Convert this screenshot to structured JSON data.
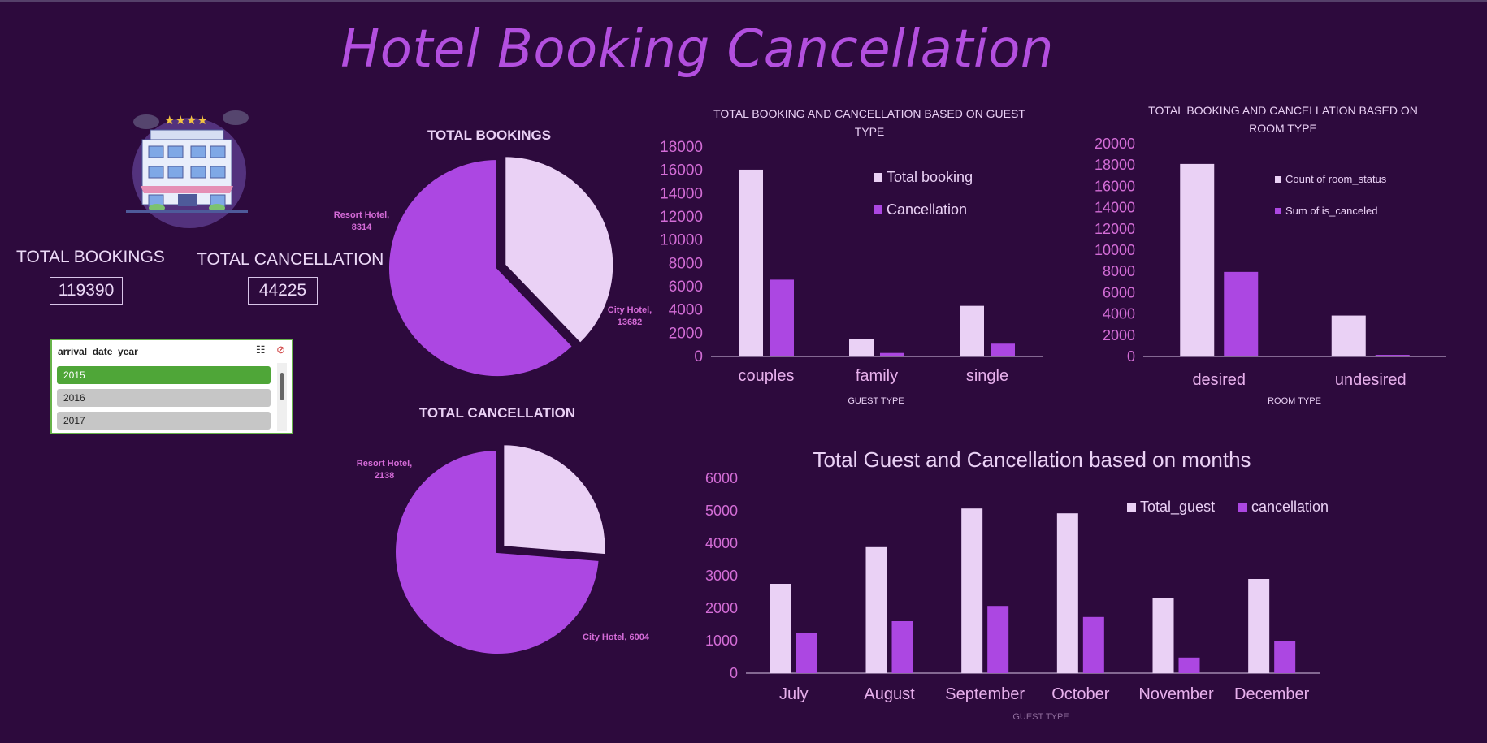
{
  "dashboard": {
    "title": "Hotel Booking Cancellation"
  },
  "kpis": {
    "bookings_label": "TOTAL BOOKINGS",
    "bookings_value": "119390",
    "cancellation_label": "TOTAL CANCELLATION",
    "cancellation_value": "44225"
  },
  "slicer": {
    "field": "arrival_date_year",
    "items": [
      "2015",
      "2016",
      "2017"
    ],
    "selected": "2015"
  },
  "colors": {
    "light": "#ead1f5",
    "purple": "#ac47e2",
    "bg": "#2d0a3d",
    "tick": "#d36dd6",
    "label": "#e7b0ec"
  },
  "chart_data": [
    {
      "type": "pie",
      "title": "TOTAL BOOKINGS",
      "categories": [
        "Resort Hotel",
        "City Hotel"
      ],
      "values": [
        8314,
        13682
      ],
      "data_labels": [
        "Resort Hotel, 8314",
        "City Hotel, 13682"
      ]
    },
    {
      "type": "pie",
      "title": "TOTAL CANCELLATION",
      "categories": [
        "Resort Hotel",
        "City Hotel"
      ],
      "values": [
        2138,
        6004
      ],
      "data_labels": [
        "Resort Hotel, 2138",
        "City Hotel, 6004"
      ]
    },
    {
      "type": "bar",
      "title": "TOTAL BOOKING AND CANCELLATION BASED ON GUEST TYPE",
      "xlabel": "GUEST TYPE",
      "categories": [
        "couples",
        "family",
        "single"
      ],
      "series": [
        {
          "name": "Total booking",
          "values": [
            16050,
            1500,
            4350
          ]
        },
        {
          "name": "Cancellation",
          "values": [
            6600,
            300,
            1100
          ]
        }
      ],
      "ylim": [
        0,
        18000
      ],
      "yticks": [
        0,
        2000,
        4000,
        6000,
        8000,
        10000,
        12000,
        14000,
        16000,
        18000
      ],
      "legend": "top-right"
    },
    {
      "type": "bar",
      "title": "TOTAL BOOKING AND CANCELLATION BASED ON ROOM TYPE",
      "xlabel": "ROOM TYPE",
      "categories": [
        "desired",
        "undesired"
      ],
      "series": [
        {
          "name": "Count of room_status",
          "values": [
            18100,
            3850
          ]
        },
        {
          "name": "Sum of is_canceled",
          "values": [
            7950,
            150
          ]
        }
      ],
      "ylim": [
        0,
        20000
      ],
      "yticks": [
        0,
        2000,
        4000,
        6000,
        8000,
        10000,
        12000,
        14000,
        16000,
        18000,
        20000
      ],
      "legend": "top-right"
    },
    {
      "type": "bar",
      "title": "Total Guest and Cancellation based on months",
      "xlabel": "GUEST TYPE",
      "categories": [
        "July",
        "August",
        "September",
        "October",
        "November",
        "December"
      ],
      "series": [
        {
          "name": "Total_guest",
          "values": [
            2750,
            3880,
            5070,
            4920,
            2320,
            2900
          ]
        },
        {
          "name": "cancellation",
          "values": [
            1250,
            1600,
            2070,
            1730,
            480,
            980
          ]
        }
      ],
      "ylim": [
        0,
        6000
      ],
      "yticks": [
        0,
        1000,
        2000,
        3000,
        4000,
        5000,
        6000
      ],
      "legend": "top"
    }
  ]
}
